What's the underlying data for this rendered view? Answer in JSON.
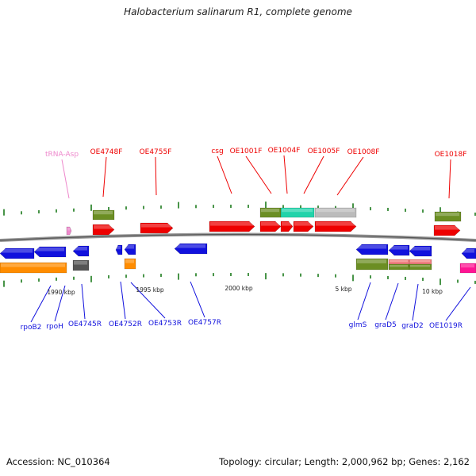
{
  "title": "Halobacterium salinarum R1, complete genome",
  "footer": {
    "accession": "Accession: NC_010364",
    "topology": "Topology: circular; Length: 2,000,962 bp; Genes: 2,162"
  },
  "colors": {
    "forward_cds": "#ee0000",
    "reverse_cds": "#1111dd",
    "olive": "#6b8e23",
    "teal": "#22d3aa",
    "gray_track": "#bbbbbb",
    "orange": "#ff8c00",
    "pink": "#f08080",
    "magenta": "#ff1493",
    "trna": "#ee88cc",
    "dark_gray": "#555555"
  },
  "scale_labels": [
    "1990 kbp",
    "1995 kbp",
    "2000 kbp",
    "5 kbp",
    "10 kbp"
  ],
  "labels_top": [
    {
      "text": "tRNA-Asp",
      "color": "trna"
    },
    {
      "text": "OE4748F",
      "color": "forward_cds"
    },
    {
      "text": "OE4755F",
      "color": "forward_cds"
    },
    {
      "text": "csg",
      "color": "forward_cds"
    },
    {
      "text": "OE1001F",
      "color": "forward_cds"
    },
    {
      "text": "OE1004F",
      "color": "forward_cds"
    },
    {
      "text": "OE1005F",
      "color": "forward_cds"
    },
    {
      "text": "OE1008F",
      "color": "forward_cds"
    },
    {
      "text": "OE1018F",
      "color": "forward_cds"
    }
  ],
  "labels_bottom": [
    {
      "text": "rpoB2",
      "color": "reverse_cds"
    },
    {
      "text": "rpoH",
      "color": "reverse_cds"
    },
    {
      "text": "OE4745R",
      "color": "reverse_cds"
    },
    {
      "text": "OE4752R",
      "color": "reverse_cds"
    },
    {
      "text": "OE4753R",
      "color": "reverse_cds"
    },
    {
      "text": "OE4757R",
      "color": "reverse_cds"
    },
    {
      "text": "glmS",
      "color": "reverse_cds"
    },
    {
      "text": "graD5",
      "color": "reverse_cds"
    },
    {
      "text": "graD2",
      "color": "reverse_cds"
    },
    {
      "text": "OE1019R",
      "color": "reverse_cds"
    }
  ]
}
